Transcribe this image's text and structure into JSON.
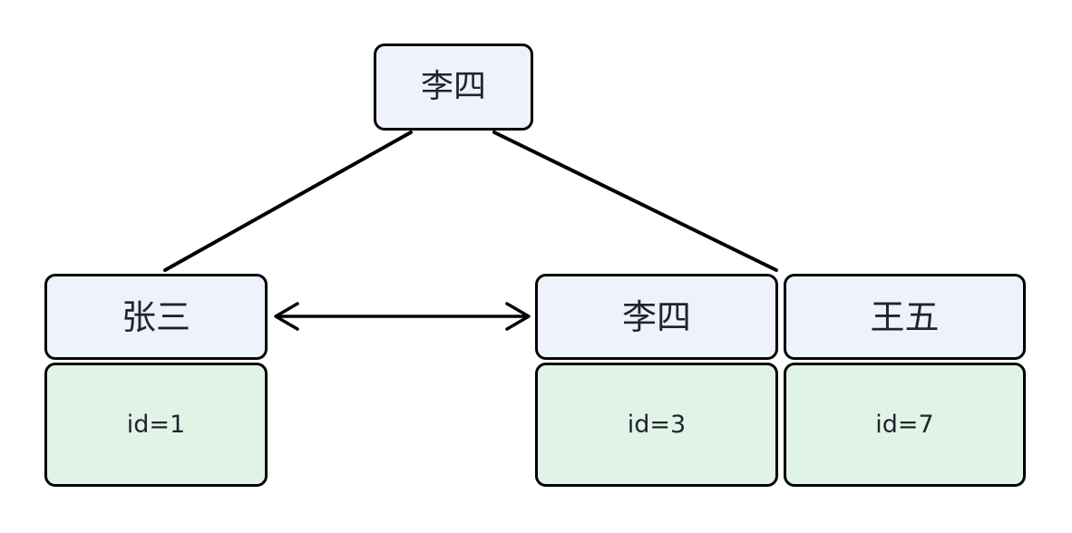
{
  "diagram": {
    "root_node": {
      "label": "李四"
    },
    "columns": [
      {
        "name": "zhangsan",
        "label": "张三",
        "id_label": "id=1"
      },
      {
        "name": "lisi",
        "label": "李四",
        "id_label": "id=3"
      },
      {
        "name": "wangwu",
        "label": "王五",
        "id_label": "id=7"
      }
    ],
    "edges": [
      {
        "from": "root",
        "to": "zhangsan",
        "style": "line"
      },
      {
        "from": "root",
        "to": "lisi-wangwu-junction",
        "style": "line"
      },
      {
        "from": "zhangsan",
        "to": "lisi",
        "style": "double-arrow"
      }
    ],
    "colors": {
      "name_box_fill": "#edf2fb",
      "id_box_fill": "#e1f3e6",
      "border": "#000000",
      "line": "#000000",
      "text": "#20242e",
      "background": "#ffffff"
    }
  }
}
